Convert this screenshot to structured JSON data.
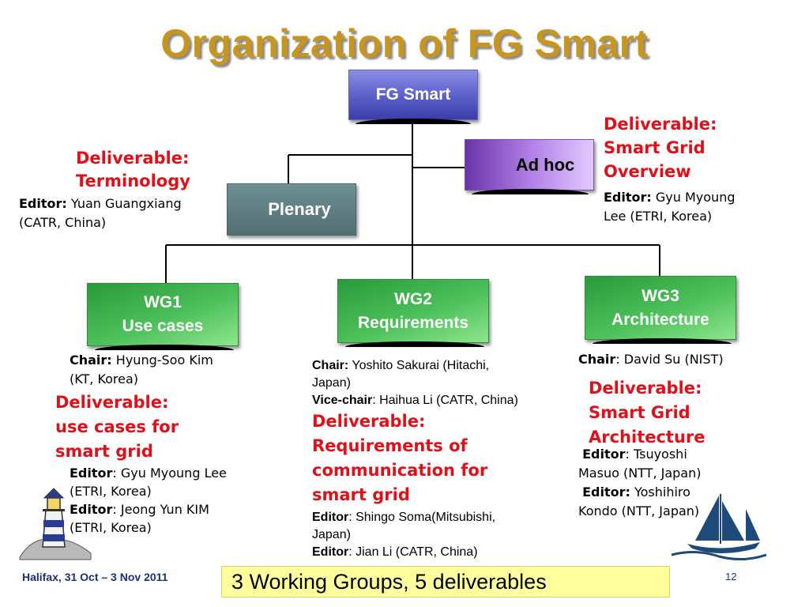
{
  "title": "Organization of FG Smart",
  "nodes": {
    "fg_smart": "FG Smart",
    "ad_hoc": "Ad hoc",
    "plenary": "Plenary",
    "wg1": [
      "WG1",
      "Use cases"
    ],
    "wg2": [
      "WG2",
      "Requirements"
    ],
    "wg3": [
      "WG3",
      "Architecture"
    ]
  },
  "terminology": {
    "deliverable": [
      "Deliverable:",
      "Terminology"
    ],
    "editor_label": "Editor:",
    "editor_name": "Yuan Guangxiang",
    "editor_org": "(CATR, China)"
  },
  "adhoc_deliverable": {
    "deliverable": [
      "Deliverable:",
      "Smart Grid",
      "Overview"
    ],
    "editor_label": "Editor:",
    "editor_name": "Gyu Myoung",
    "editor_org": "Lee (ETRI, Korea)"
  },
  "wg1_info": {
    "chair_label": "Chair:",
    "chair_name": "Hyung-Soo Kim",
    "chair_org": "(KT, Korea)",
    "deliverable": [
      "Deliverable:",
      "use cases for",
      "smart grid"
    ],
    "editor1_label": "Editor",
    "editor1_name": ": Gyu Myoung Lee",
    "editor1_org": "(ETRI, Korea)",
    "editor2_label": "Editor",
    "editor2_name": ": Jeong Yun KIM",
    "editor2_org": "(ETRI, Korea)"
  },
  "wg2_info": {
    "chair_label": "Chair:",
    "chair_name": "Yoshito Sakurai (Hitachi,",
    "chair_org": "Japan)",
    "vice_label": "Vice-chair",
    "vice_name": ": Haihua Li (CATR, China)",
    "deliverable": [
      "Deliverable:",
      "Requirements of",
      "communication for",
      "smart grid"
    ],
    "editor1_label": "Editor",
    "editor1_name": ": Shingo Soma(Mitsubishi,",
    "editor1_org": "Japan)",
    "editor2_label": "Editor",
    "editor2_name": ": Jian Li (CATR, China)"
  },
  "wg3_info": {
    "chair_label": "Chair",
    "chair_name": ": David Su (NIST)",
    "deliverable": [
      "Deliverable:",
      "Smart Grid",
      "Architecture"
    ],
    "editor1_label": "Editor",
    "editor1_name": ": Tsuyoshi",
    "editor1_org": "Masuo (NTT, Japan)",
    "editor2_label": "Editor:",
    "editor2_name": " Yoshihiro",
    "editor2_org": "Kondo (NTT, Japan)"
  },
  "footer": {
    "left": "Halifax, 31 Oct – 3 Nov 2011",
    "summary": "3 Working Groups, 5 deliverables",
    "page": "12"
  },
  "icons": [
    "lighthouse-icon",
    "sailboat-icon"
  ],
  "colors": {
    "title": "#c8961e",
    "deliverable_red": "#e0101a",
    "wg_green": "#4cc05a",
    "fg_blue": "#5a5ec8",
    "adhoc_purple": "#b07ee6",
    "plenary_gray": "#526f73",
    "summary_yellow": "#ffff9e",
    "footer_blue": "#1c2f7a"
  }
}
